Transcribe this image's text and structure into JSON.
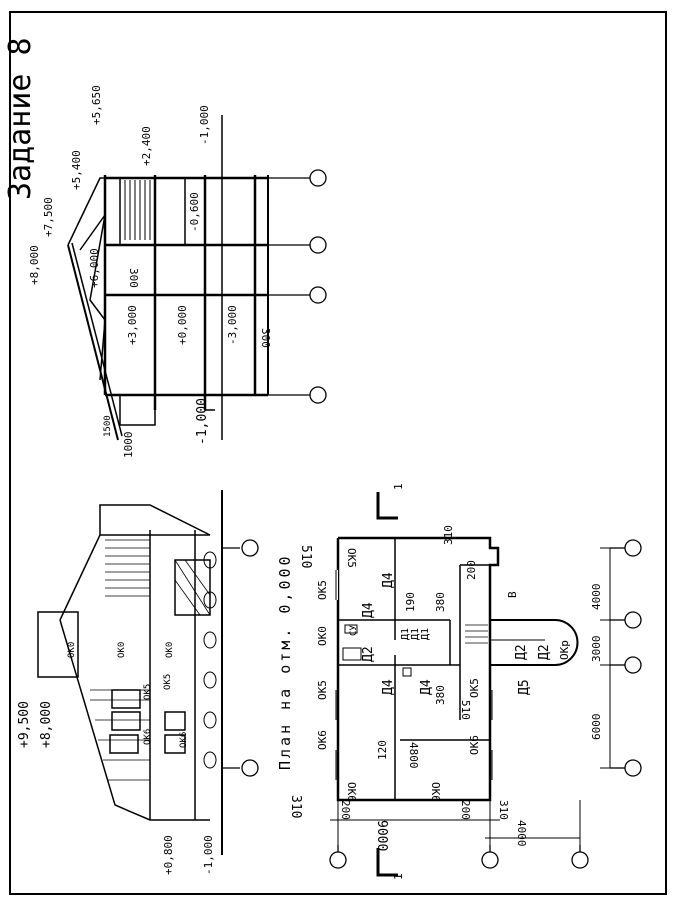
{
  "title": "Задание 8",
  "plan_title": "План на отм. 0,000",
  "section_marker": "1",
  "section_levels": {
    "l8000": "+8,000",
    "l7500": "+7,500",
    "l6000": "+6,000",
    "l5650": "+5,650",
    "l5400": "+5,400",
    "l3000": "+3,000",
    "l2400": "+2,400",
    "l0000": "+0,000",
    "lm0600": "-0,600",
    "lm1000a": "-1,000",
    "lm3000": "-3,000",
    "lm1000b": "-1,000"
  },
  "section_dims": {
    "d300a": "300",
    "d300b": "300",
    "d1000": "1000",
    "d1500": "1500"
  },
  "facade_levels": {
    "l9500": "+9,500",
    "l8000": "+8,000",
    "l0800": "+0,800",
    "lm1000": "-1,000"
  },
  "facade_windows": {
    "w1": "ОК0",
    "w2": "ОК0",
    "w3": "ОК0",
    "w4": "ОК5",
    "w5": "ОК5",
    "w6": "ОК6",
    "w7": "ОК6"
  },
  "plan_windows": {
    "w1": "ОК5",
    "w2": "ОК5",
    "w3": "ОК0",
    "w4": "ОК5",
    "w5": "ОК6",
    "w6": "ОК6",
    "w7": "ОК6",
    "w8": "ОК5",
    "w9": "ОК6",
    "w10": "ОКр"
  },
  "plan_doors": {
    "d1": "Д4",
    "d2": "Д4",
    "d3": "Д2",
    "d4": "Д1",
    "d5": "Д1",
    "d6": "Д1",
    "d7": "Д4",
    "d8": "Д4",
    "d9": "Д2",
    "d10": "Д2",
    "d11": "Д5"
  },
  "plan_misc": {
    "b": "В",
    "cu": "СУ"
  },
  "plan_dims": {
    "d510a": "510",
    "d310a": "310",
    "d200a": "200",
    "d190": "190",
    "d380a": "380",
    "d380b": "380",
    "d510b": "510",
    "d120": "120",
    "d4800": "4800",
    "d4000a": "4000",
    "d3000": "3000",
    "d6000": "6000",
    "d310b": "310",
    "d200b": "200",
    "d200c": "200",
    "d310c": "310",
    "d9000": "9000",
    "d4000b": "4000"
  }
}
